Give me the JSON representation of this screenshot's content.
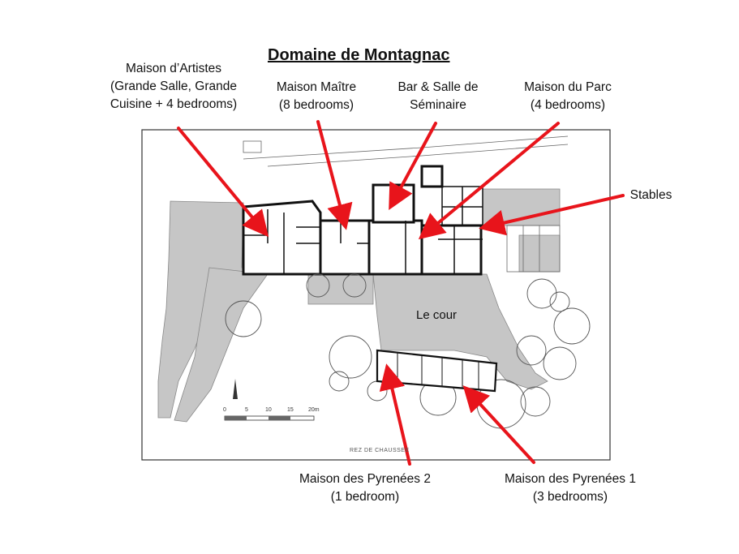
{
  "title": "Domaine de Montagnac",
  "labels": {
    "maison_artistes": [
      "Maison d’Artistes",
      "(Grande Salle, Grande",
      "Cuisine + 4 bedrooms)"
    ],
    "maison_maitre": [
      "Maison Maître",
      "(8 bedrooms)"
    ],
    "bar": [
      "Bar & Salle de",
      "Séminaire"
    ],
    "maison_parc": [
      "Maison du Parc",
      "(4 bedrooms)"
    ],
    "stables": [
      "Stables"
    ],
    "pyrenees_2": [
      "Maison des Pyrenées 2",
      "(1 bedroom)"
    ],
    "pyrenees_1": [
      "Maison des Pyrenées 1",
      "(3 bedrooms)"
    ]
  },
  "courtyard": "Le cour",
  "plan_caption": "REZ DE CHAUSSEE",
  "scale": {
    "ticks": [
      "0",
      "5",
      "10",
      "15",
      "20m"
    ]
  },
  "colors": {
    "arrow": "#e8141b",
    "ground": "#c6c6c6",
    "wall": "#111111"
  }
}
